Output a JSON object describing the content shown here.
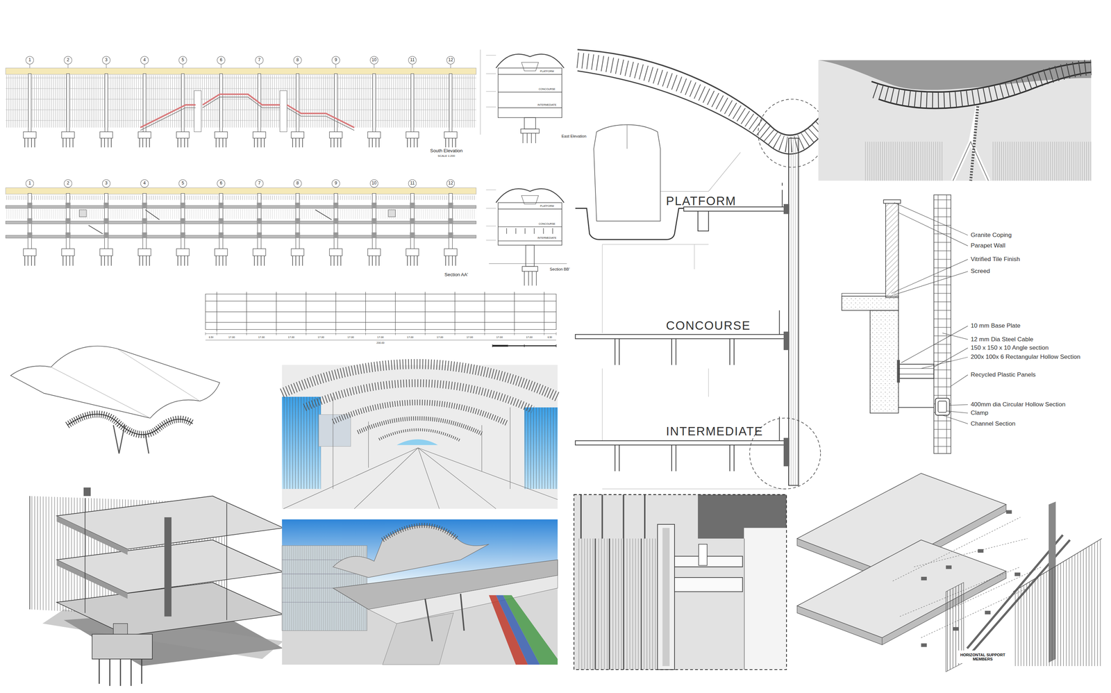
{
  "diagram": {
    "labels": [
      "1",
      "2",
      "3",
      "4",
      "5",
      "6",
      "7",
      "8",
      "9",
      "10",
      "11",
      "12",
      "South Elevation",
      "SCALE 1:200",
      "1",
      "2",
      "3",
      "4",
      "5",
      "6",
      "7",
      "8",
      "9",
      "10",
      "11",
      "12",
      "Section AA'",
      "PLATFORM",
      "CONCOURSE",
      "INTERMEDIATE",
      "East Elevation",
      "PLATFORM",
      "CONCOURSE",
      "INTERMEDIATE",
      "Section BB'",
      "6.50",
      "17.00",
      "17.00",
      "17.00",
      "17.00",
      "17.00",
      "17.00",
      "17.00",
      "17.00",
      "17.00",
      "17.00",
      "17.00",
      "6.50",
      "200.00",
      "PLATFORM",
      "CONCOURSE",
      "INTERMEDIATE",
      "Granite Coping",
      "Parapet Wall",
      "Vitrified Tile Finish",
      "Screed",
      "10 mm  Base  Plate",
      "12 mm  Dia Steel Cable",
      "150 x 150 x 10 Angle section",
      "200x 100x 6 Rectangular Hollow Section",
      "Recycled Plastic Panels",
      "400mm dia Circular Hollow Section",
      "Clamp",
      "Channel Section",
      "HORIZONTAL SUPPORT MEMBERS"
    ]
  }
}
